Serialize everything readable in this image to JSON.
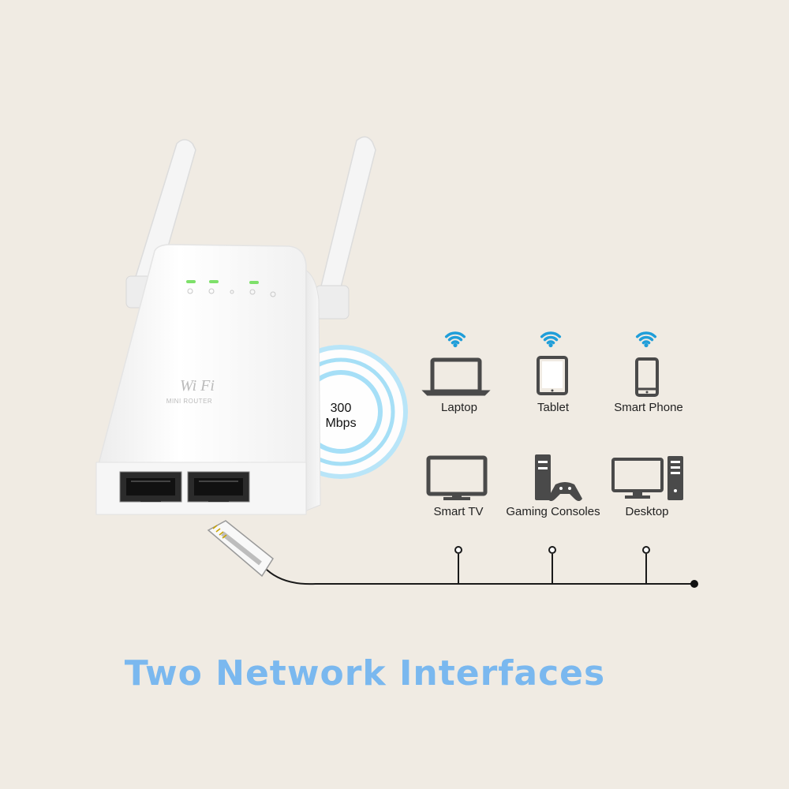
{
  "router": {
    "brand_logo": "Wi Fi",
    "brand_subtitle": "MINI ROUTER",
    "led_color": "#7ee06a"
  },
  "signal": {
    "speed_value": "300",
    "speed_unit": "Mbps",
    "glow_color": "#5cc6f0"
  },
  "devices": {
    "wireless": [
      {
        "label": "Laptop",
        "icon": "laptop-icon"
      },
      {
        "label": "Tablet",
        "icon": "tablet-icon"
      },
      {
        "label": "Smart Phone",
        "icon": "smartphone-icon"
      }
    ],
    "wired": [
      {
        "label": "Smart TV",
        "icon": "tv-icon"
      },
      {
        "label": "Gaming Consoles",
        "icon": "gaming-console-icon"
      },
      {
        "label": "Desktop",
        "icon": "desktop-icon"
      }
    ],
    "wifi_icon_color": "#1f9ed9"
  },
  "headline": "Two Network Interfaces",
  "headline_color": "#7ab8ef"
}
